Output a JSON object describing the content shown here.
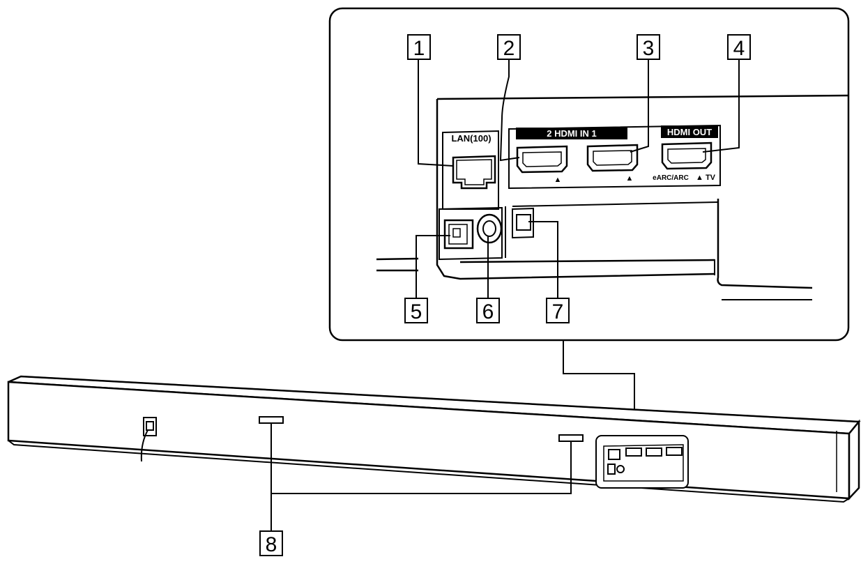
{
  "port_labels": {
    "lan": "LAN(100)",
    "hdmi_in": "2   HDMI  IN   1",
    "hdmi_out": "HDMI OUT",
    "earc": "eARC/ARC",
    "tv": "▲ TV",
    "arrow_up": "▲"
  },
  "callouts": {
    "c1": "1",
    "c2": "2",
    "c3": "3",
    "c4": "4",
    "c5": "5",
    "c6": "6",
    "c7": "7",
    "c8": "8"
  }
}
